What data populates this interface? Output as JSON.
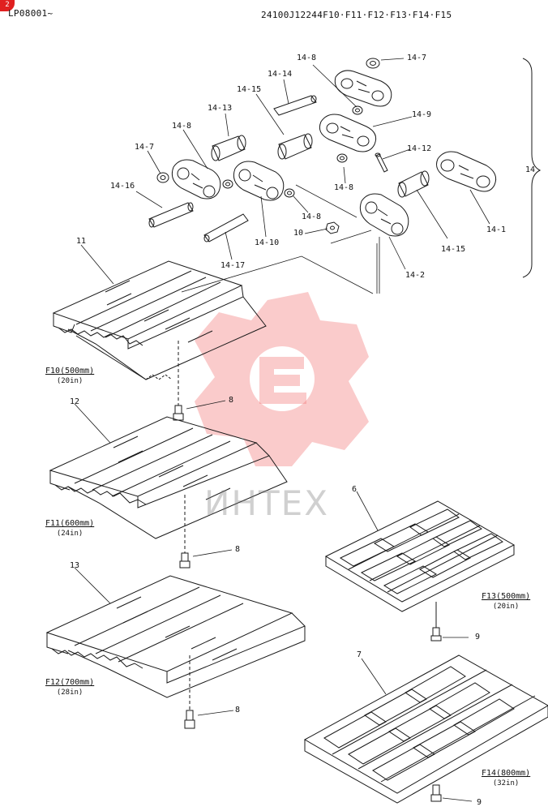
{
  "header": {
    "code_left": "LP08001~",
    "code_right": "24100J12244F10·F11·F12·F13·F14·F15",
    "badge": "2"
  },
  "watermark": "ИНТЕХ",
  "labels": {
    "l14_7a": "14-7",
    "l14_8a": "14-8",
    "l14_14": "14-14",
    "l14_15a": "14-15",
    "l14_13": "14-13",
    "l14_8b": "14-8",
    "l14_7b": "14-7",
    "l14_9": "14-9",
    "l14_12": "14-12",
    "l14_16": "14-16",
    "l14_8c": "14-8",
    "l14_8d": "14-8",
    "l10": "10",
    "l14_10": "14-10",
    "l14_17": "14-17",
    "l14_15b": "14-15",
    "l14_1": "14-1",
    "l14_2": "14-2",
    "l14": "14",
    "l11": "11",
    "l12": "12",
    "l13": "13",
    "l6": "6",
    "l7": "7",
    "l8a": "8",
    "l8b": "8",
    "l8c": "8",
    "l9a": "9",
    "l9b": "9"
  },
  "captions": {
    "f10": {
      "main": "F10(500mm)",
      "sub": "(20in)"
    },
    "f11": {
      "main": "F11(600mm)",
      "sub": "(24in)"
    },
    "f12": {
      "main": "F12(700mm)",
      "sub": "(28in)"
    },
    "f13": {
      "main": "F13(500mm)",
      "sub": "(20in)"
    },
    "f14": {
      "main": "F14(800mm)",
      "sub": "(32in)"
    }
  },
  "colors": {
    "line": "#1a1a1a",
    "watermark": "#f26b6b",
    "badge": "#e02020"
  }
}
